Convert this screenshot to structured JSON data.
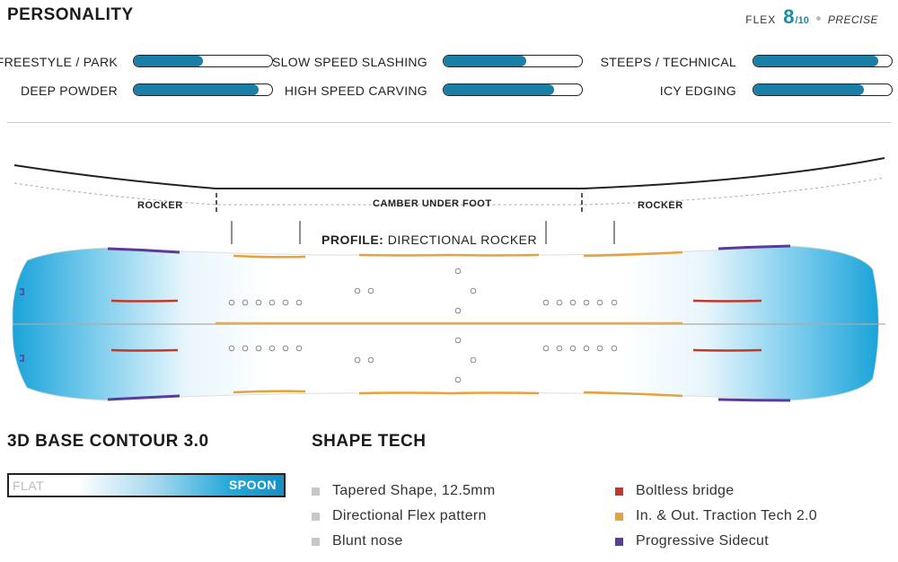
{
  "personality": {
    "title": "PERSONALITY",
    "flex_label": "FLEX",
    "flex_value": "8",
    "flex_max": "/10",
    "flex_desc": "PRECISE",
    "traits": [
      {
        "label": "FREESTYLE / PARK",
        "value": 0.5
      },
      {
        "label": "DEEP POWDER",
        "value": 0.9
      },
      {
        "label": "SLOW SPEED SLASHING",
        "value": 0.6
      },
      {
        "label": "HIGH SPEED CARVING",
        "value": 0.8
      },
      {
        "label": "STEEPS / TECHNICAL",
        "value": 0.9
      },
      {
        "label": "ICY EDGING",
        "value": 0.8
      }
    ]
  },
  "profile": {
    "rocker_left": "ROCKER",
    "camber": "CAMBER UNDER FOOT",
    "rocker_right": "ROCKER",
    "profile_prefix": "PROFILE:",
    "profile_name": "DIRECTIONAL ROCKER"
  },
  "contour": {
    "title": "3D BASE CONTOUR 3.0",
    "flat": "FLAT",
    "spoon": "SPOON"
  },
  "shape_tech": {
    "title": "SHAPE TECH",
    "items_left": [
      {
        "label": "Tapered Shape, 12.5mm",
        "color": "#c8c8c8"
      },
      {
        "label": "Directional Flex pattern",
        "color": "#c8c8c8"
      },
      {
        "label": "Blunt nose",
        "color": "#c8c8c8"
      }
    ],
    "items_right": [
      {
        "label": "Boltless bridge",
        "color": "#c0392b"
      },
      {
        "label": "In. & Out. Traction Tech 2.0",
        "color": "#e8a23a"
      },
      {
        "label": "Progressive Sidecut",
        "color": "#5b3b9a"
      }
    ]
  }
}
